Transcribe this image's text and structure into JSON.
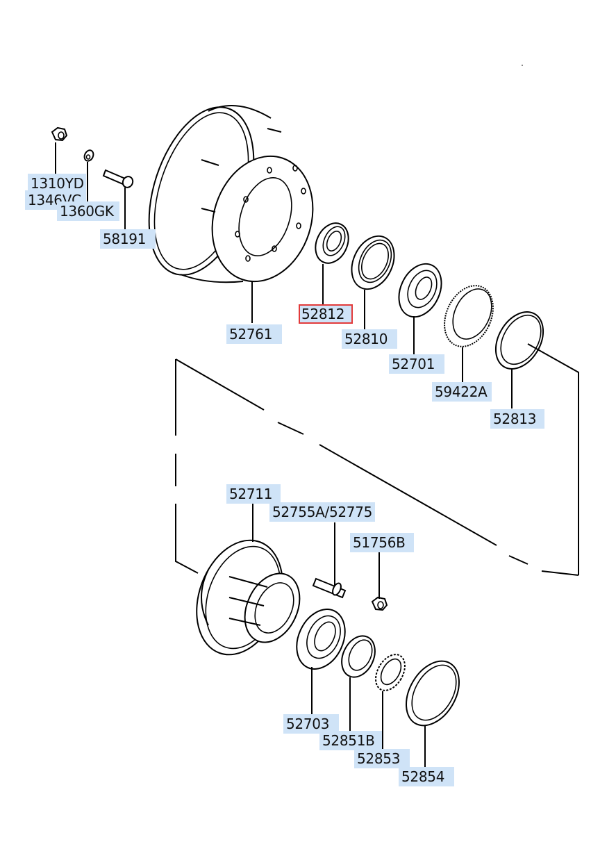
{
  "diagram": {
    "title": "Rear Axle Hub / Brake Drum Parts Diagram",
    "selected_part": "52812",
    "colors": {
      "label_bg": "#cfe3f7",
      "selected_border": "#e23a3a",
      "line": "#000000"
    },
    "labels": [
      {
        "id": "1310YD",
        "text": "1310YD"
      },
      {
        "id": "1346VC",
        "text": "1346VC"
      },
      {
        "id": "1360GK",
        "text": "1360GK"
      },
      {
        "id": "58191",
        "text": "58191"
      },
      {
        "id": "52761",
        "text": "52761"
      },
      {
        "id": "52812",
        "text": "52812"
      },
      {
        "id": "52810",
        "text": "52810"
      },
      {
        "id": "52701",
        "text": "52701"
      },
      {
        "id": "59422A",
        "text": "59422A"
      },
      {
        "id": "52813",
        "text": "52813"
      },
      {
        "id": "52711",
        "text": "52711"
      },
      {
        "id": "52755A",
        "text": "52755A/52775"
      },
      {
        "id": "51756B",
        "text": "51756B"
      },
      {
        "id": "52703",
        "text": "52703"
      },
      {
        "id": "52851B",
        "text": "52851B"
      },
      {
        "id": "52853",
        "text": "52853"
      },
      {
        "id": "52854",
        "text": "52854"
      }
    ]
  }
}
